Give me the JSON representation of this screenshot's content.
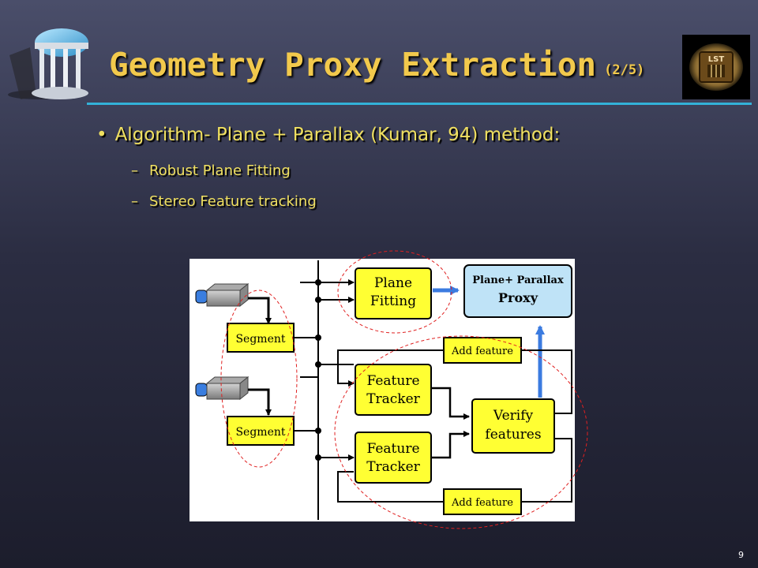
{
  "slide": {
    "title": "Geometry Proxy Extraction",
    "title_suffix": "(2/5)",
    "bullet": "Algorithm- Plane + Parallax (Kumar, 94) method:",
    "sub_items": [
      "Robust Plane Fitting",
      "Stereo Feature tracking"
    ],
    "page_number": "9",
    "logo_right_text": "LST"
  },
  "diagram": {
    "plane_fitting": "Plane\nFitting",
    "proxy_line1": "Plane+ Parallax",
    "proxy_line2": "Proxy",
    "segment_1": "Segment",
    "segment_2": "Segment",
    "add_feature_top": "Add feature",
    "add_feature_bottom": "Add feature",
    "feature_tracker_1": "Feature\nTracker",
    "feature_tracker_2": "Feature\nTracker",
    "verify_features": "Verify\nfeatures"
  },
  "colors": {
    "title": "#f2c94c",
    "text": "#f0e060",
    "rule": "#33b1d8",
    "box_yellow": "#ffff33",
    "proxy_blue": "#bfe3f7",
    "arrow_blue": "#3b7be0",
    "dashed_red": "#e02020"
  }
}
